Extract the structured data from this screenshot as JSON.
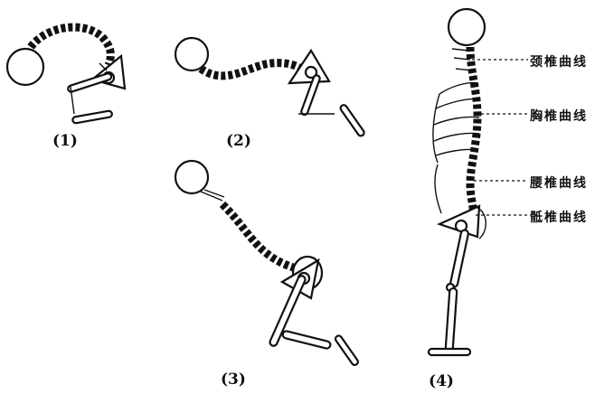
{
  "figures": [
    {
      "label": "(1)"
    },
    {
      "label": "(2)"
    },
    {
      "label": "(3)"
    },
    {
      "label": "(4)"
    }
  ],
  "curve_labels": {
    "cervical": "颈椎曲线",
    "thoracic": "胸椎曲线",
    "lumbar": "腰椎曲线",
    "sacral": "骶椎曲线"
  }
}
